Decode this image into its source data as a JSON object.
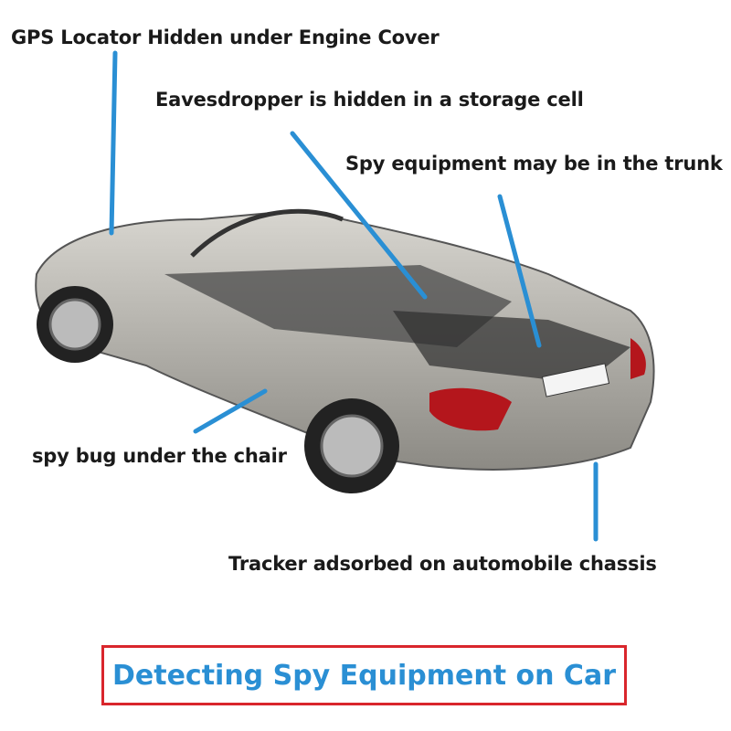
{
  "labels": {
    "gps": "GPS Locator Hidden under Engine Cover",
    "eavesdropper": "Eavesdropper is hidden in a storage cell",
    "trunk": "Spy equipment may be in the trunk",
    "chair": "spy bug under the chair",
    "chassis": "Tracker adsorbed on automobile chassis"
  },
  "title": "Detecting Spy Equipment on Car",
  "colors": {
    "pointer": "#2a8fd4",
    "title_text": "#2a8fd4",
    "title_border": "#d9262c"
  }
}
